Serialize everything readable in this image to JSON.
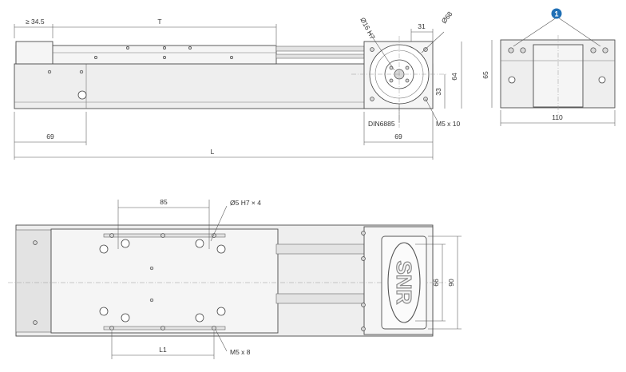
{
  "dimensions": {
    "min_clearance": "≥ 34.5",
    "travel": "T",
    "end_offset_left": "69",
    "end_offset_right": "69",
    "length": "L",
    "pilot_diameter": "Ø16 H7",
    "flange_width": "31",
    "flange_diameter": "Ø68",
    "flange_height": "64",
    "flange_center": "33",
    "flange_standard": "DIN6885",
    "flange_screws": "M5 x 10",
    "profile_height": "65",
    "profile_width": "110",
    "carriage_pitch": "85",
    "dowel_holes": "Ø5 H7 × 4",
    "carriage_length": "L1",
    "carriage_screws": "M5 x 8",
    "plate_inner_height": "66",
    "plate_outer_height": "90"
  },
  "callout": {
    "number": "1",
    "color": "#1f6fb5"
  },
  "brand": {
    "logo_text": "SNR"
  },
  "colors": {
    "line": "#4a4a4a",
    "body": "#eeeeee",
    "slot": "#e3e3e3"
  }
}
